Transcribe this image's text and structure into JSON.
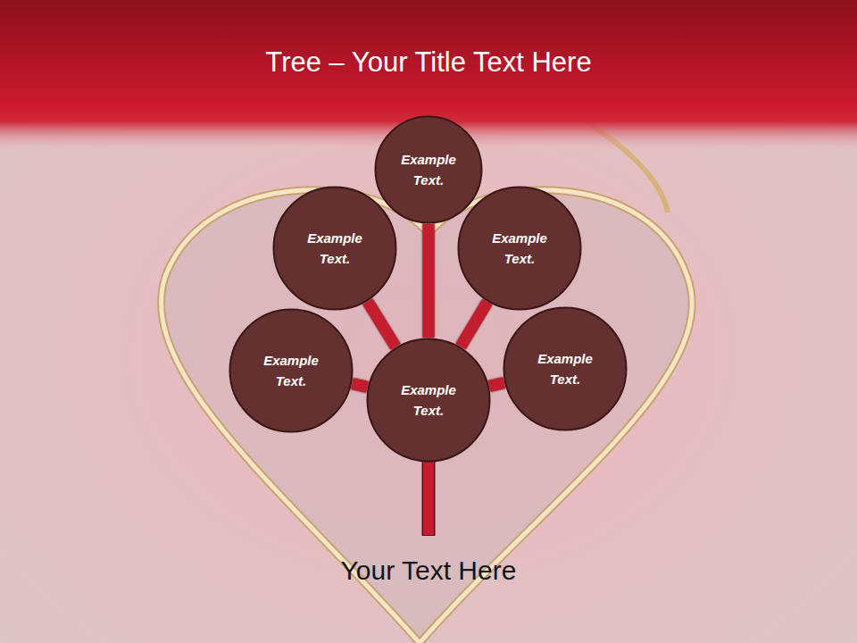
{
  "diagram": {
    "title": "Tree – Your Title Text Here",
    "caption": "Your Text Here",
    "nodes": [
      {
        "text": [
          "Example Text."
        ]
      },
      {
        "text": [
          "Example Text."
        ]
      },
      {
        "text": [
          "Example Text."
        ]
      },
      {
        "text": [
          "Example Text."
        ]
      },
      {
        "text": [
          "Example Text."
        ]
      },
      {
        "text": [
          "Example Text."
        ]
      }
    ],
    "edges": [
      {
        "from": 4,
        "to": 0,
        "arrow": "none"
      },
      {
        "from": 4,
        "to": 1,
        "arrow": "none"
      },
      {
        "from": 4,
        "to": 2,
        "arrow": "none"
      },
      {
        "from": 4,
        "to": 3,
        "arrow": "none"
      },
      {
        "from": 4,
        "to": 5,
        "arrow": "none"
      }
    ]
  }
}
